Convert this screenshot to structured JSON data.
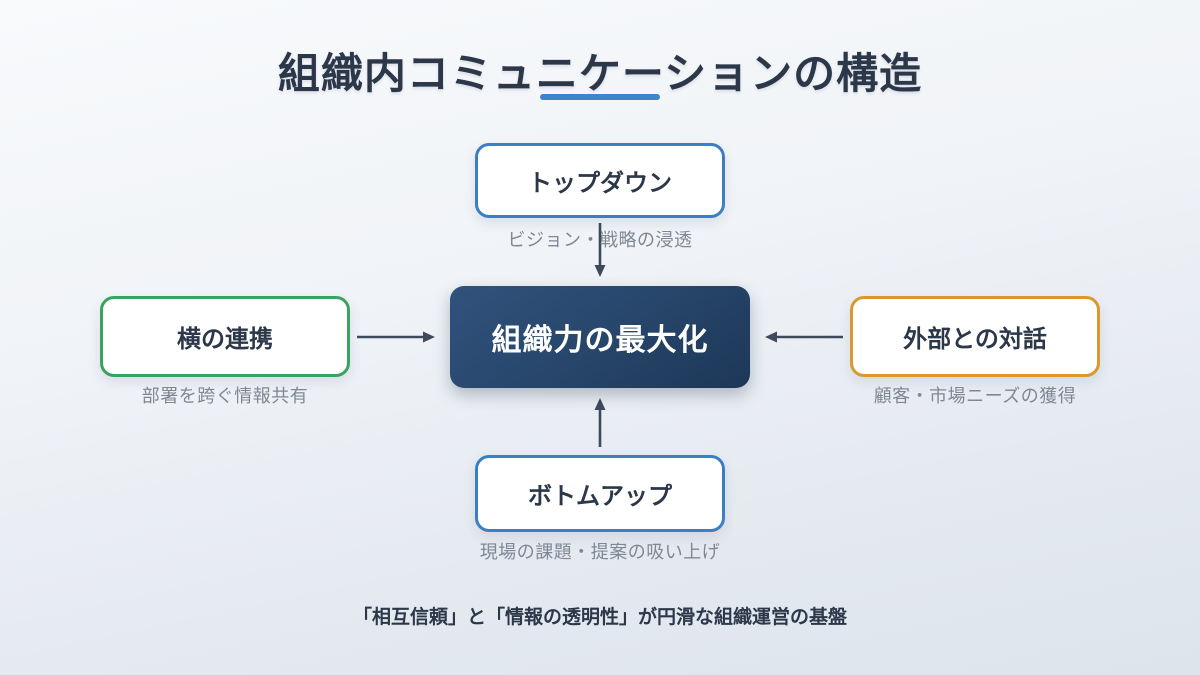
{
  "page": {
    "title": "組織内コミュニケーションの構造",
    "footer": "「相互信頼」と「情報の透明性」が円滑な組織運営の基盤"
  },
  "colors": {
    "background_top": "#f8fafc",
    "background_bottom": "#dde4ec",
    "title_text": "#2c3849",
    "accent_underline": "#3d85c6",
    "blue_border": "#3a7fc4",
    "green_border": "#3aa35f",
    "amber_border": "#d9992e",
    "center_box_gradient_top": "#31527d",
    "center_box_gradient_bottom": "#1d3757",
    "center_box_text": "#ffffff",
    "caption_text": "#7e8894",
    "arrow": "#3e4a5b"
  },
  "center_node": {
    "label": "組織力の最大化"
  },
  "nodes": {
    "top": {
      "label": "トップダウン",
      "caption": "ビジョン・戦略の浸透",
      "border_color": "#3a7fc4"
    },
    "left": {
      "label": "横の連携",
      "caption": "部署を跨ぐ情報共有",
      "border_color": "#3aa35f"
    },
    "right": {
      "label": "外部との対話",
      "caption": "顧客・市場ニーズの獲得",
      "border_color": "#d9992e"
    },
    "bottom": {
      "label": "ボトムアップ",
      "caption": "現場の課題・提案の吸い上げ",
      "border_color": "#3a7fc4"
    }
  }
}
